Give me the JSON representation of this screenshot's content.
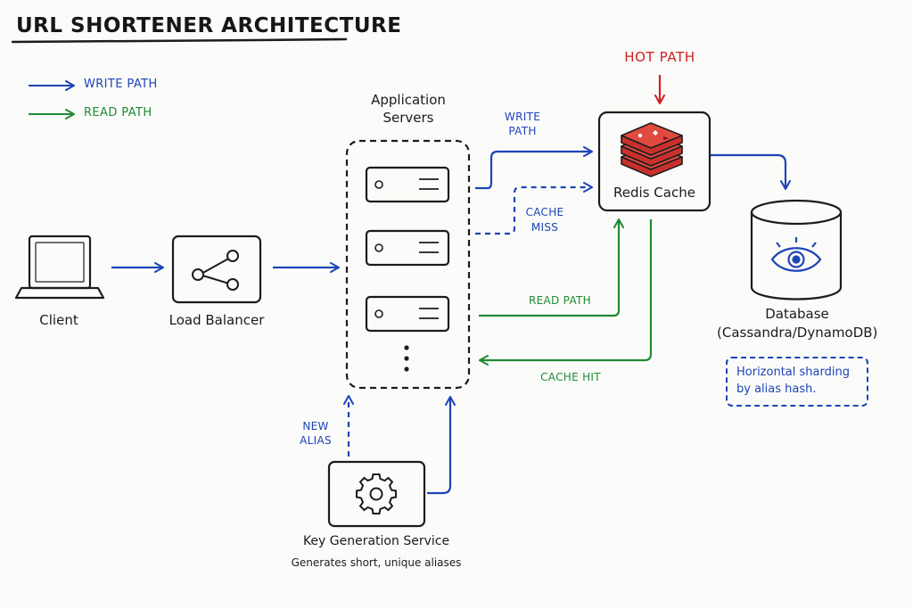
{
  "title": "URL SHORTENER ARCHITECTURE",
  "legend": {
    "write": "WRITE PATH",
    "read": "READ PATH"
  },
  "colors": {
    "write": "#1d44b8",
    "read": "#1f8a35",
    "hot": "#d01f1f",
    "ink": "#1c1c1c"
  },
  "nodes": {
    "client": {
      "label": "Client",
      "icon": "laptop-icon"
    },
    "load_balancer": {
      "label": "Load Balancer",
      "icon": "share-icon"
    },
    "app_servers": {
      "line1": "Application",
      "line2": "Servers",
      "icon": "server-icon"
    },
    "redis": {
      "label": "Redis Cache",
      "icon": "redis-icon"
    },
    "database": {
      "line1": "Database",
      "line2": "(Cassandra/DynamoDB)",
      "icon": "eye-icon"
    },
    "kgs": {
      "label": "Key Generation Service",
      "description": "Generates short, unique aliases",
      "icon": "gear-icon"
    }
  },
  "edge_labels": {
    "write_path": [
      "WRITE",
      "PATH"
    ],
    "cache_miss": [
      "CACHE",
      "MISS"
    ],
    "read_path": "READ PATH",
    "cache_hit": "CACHE HIT",
    "new_alias": [
      "NEW",
      "ALIAS"
    ],
    "hot_path": "HOT PATH"
  },
  "note": {
    "line1": "Horizontal sharding",
    "line2": "by alias hash."
  }
}
